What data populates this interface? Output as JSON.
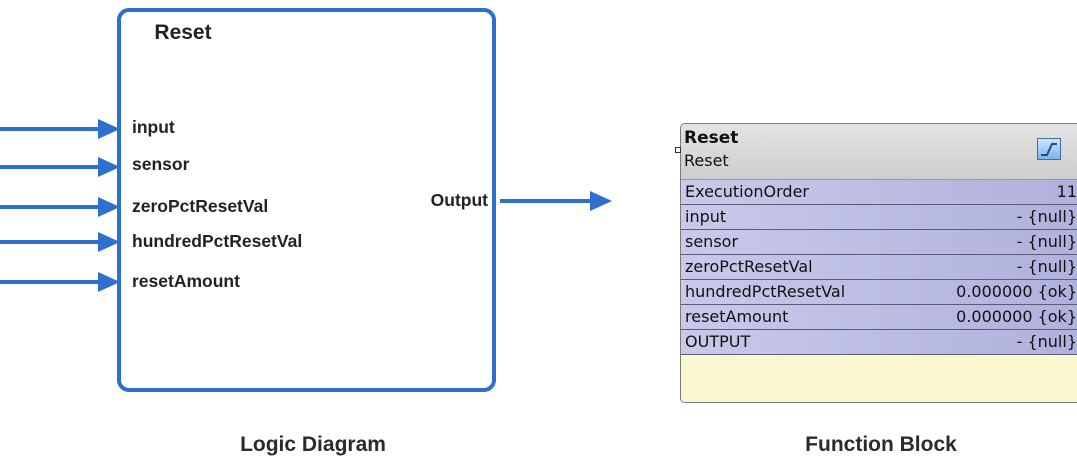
{
  "logic_diagram": {
    "block_title": "Reset",
    "inputs": [
      "input",
      "sensor",
      "zeroPctResetVal",
      "hundredPctResetVal",
      "resetAmount"
    ],
    "output": "Output",
    "caption": "Logic Diagram",
    "wire_color": "#2f6fce"
  },
  "function_block": {
    "title": "Reset",
    "subtitle": "Reset",
    "icon": "trend-chart-icon",
    "rows": [
      {
        "name": "ExecutionOrder",
        "value": "11"
      },
      {
        "name": "input",
        "value": "- {null}"
      },
      {
        "name": "sensor",
        "value": "- {null}"
      },
      {
        "name": "zeroPctResetVal",
        "value": "- {null}"
      },
      {
        "name": "hundredPctResetVal",
        "value": "0.000000 {ok}"
      },
      {
        "name": "resetAmount",
        "value": "0.000000 {ok}"
      },
      {
        "name": "OUTPUT",
        "value": "- {null}"
      }
    ],
    "caption": "Function Block"
  }
}
